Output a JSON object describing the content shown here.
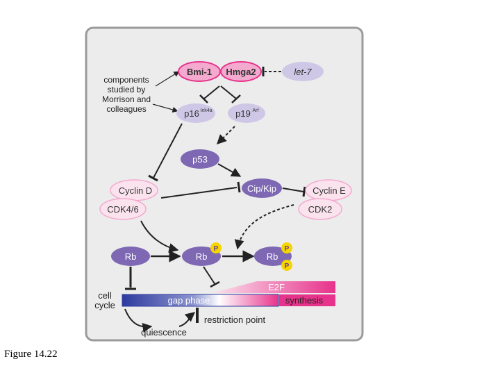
{
  "figure": {
    "caption": "Figure 14.22",
    "annotation": [
      "components",
      "studied by",
      "Morrison and",
      "colleagues"
    ],
    "nodes": {
      "bmi1": "Bmi-1",
      "hmga2": "Hmga2",
      "let7": "let-7",
      "p16": "p16",
      "p16_sup": "Ink4a",
      "p19": "p19",
      "p19_sup": "Arf",
      "p53": "p53",
      "cyclin_d": "Cyclin D",
      "cdk46": "CDK4/6",
      "cip_kip": "Cip/Kip",
      "cyclin_e": "Cyclin E",
      "cdk2": "CDK2",
      "rb1": "Rb",
      "rb2": "Rb",
      "rb3": "Rb",
      "phospho": "P"
    },
    "cell_cycle": {
      "label": [
        "cell",
        "cycle"
      ],
      "gap_phase": "gap phase",
      "synthesis": "synthesis",
      "e2f": "E2F",
      "restriction_point": "restriction point",
      "quiescence": "quiescence"
    },
    "colors": {
      "magenta": "#e7338b",
      "magenta_fill": "#f4a9cf",
      "lavender": "#cfc7e6",
      "purple": "#7e68b4",
      "pink_light": "#fbe3ee",
      "yellow": "#f5d400",
      "gap_blue": "#2d3a9e"
    }
  }
}
